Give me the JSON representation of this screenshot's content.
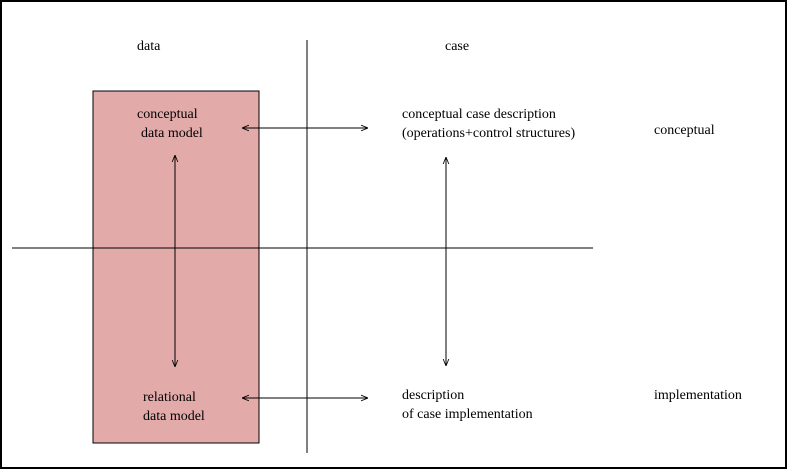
{
  "column_headers": {
    "data": "data",
    "case": "case"
  },
  "row_labels": {
    "conceptual": "conceptual",
    "implementation": "implementation"
  },
  "nodes": {
    "conceptual_data_model": {
      "line1": "conceptual",
      "line2": "data model"
    },
    "relational_data_model": {
      "line1": "relational",
      "line2": "data model"
    },
    "conceptual_case_description": {
      "line1": "conceptual case description",
      "line2": "(operations+control structures)"
    },
    "case_implementation": {
      "line1": "description",
      "line2": "of case implementation"
    }
  },
  "colors": {
    "data_column_fill": "#e3aaaa",
    "line": "#000000",
    "background": "#ffffff"
  }
}
